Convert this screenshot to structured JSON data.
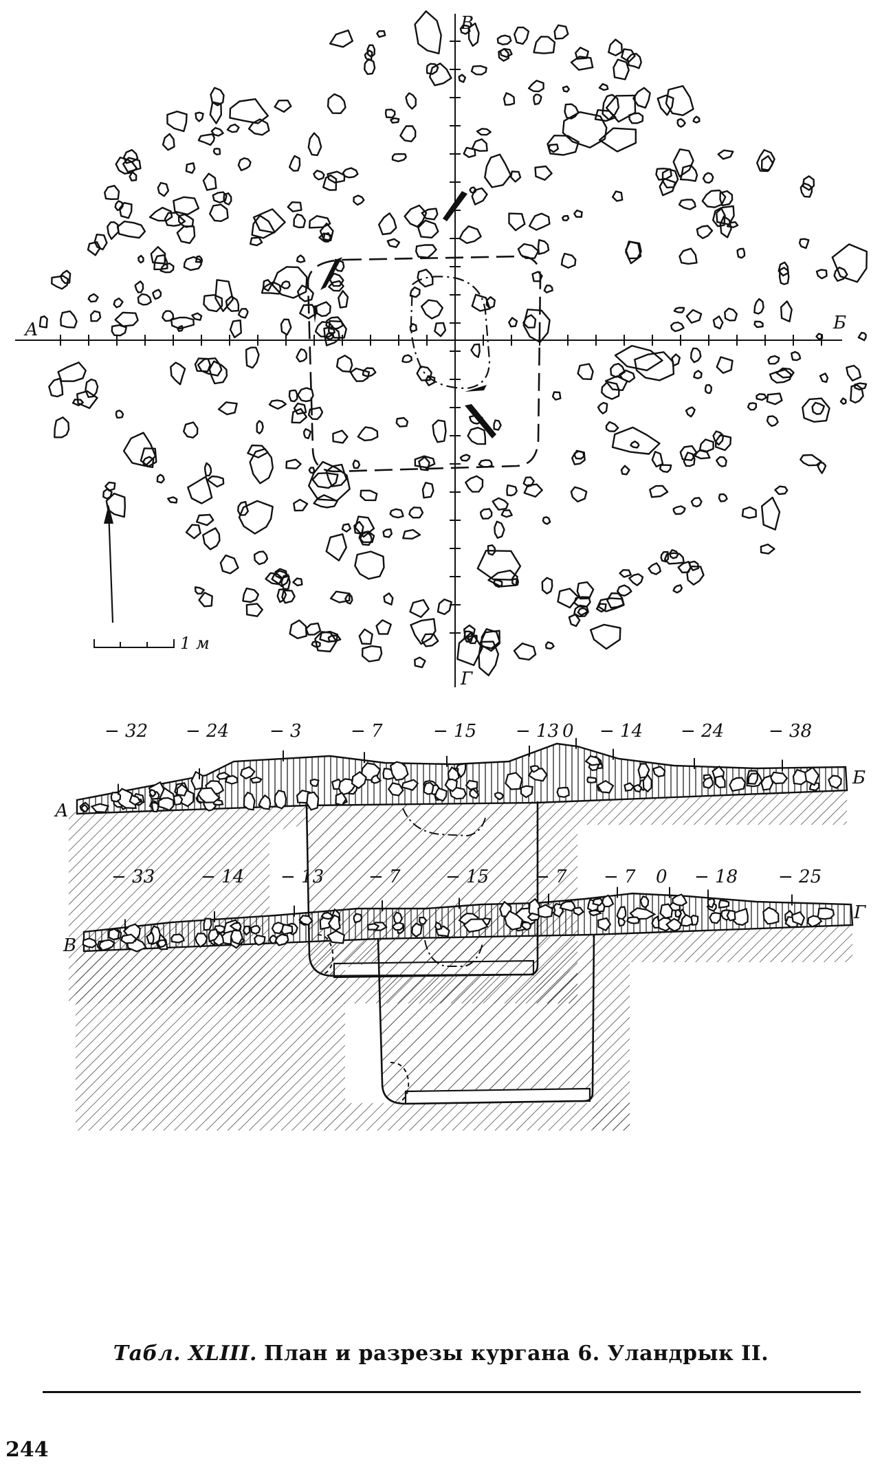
{
  "plan": {
    "axis_labels": {
      "north": "В",
      "south": "Г",
      "west": "А",
      "east": "Б"
    },
    "scale_label": "1 м"
  },
  "section_ab": {
    "left_label": "А",
    "right_label": "Б",
    "elevations": [
      "− 32",
      "− 24",
      "− 3",
      "− 7",
      "− 15",
      "− 13",
      "0",
      "− 14",
      "− 24",
      "− 38"
    ]
  },
  "section_vg": {
    "left_label": "В",
    "right_label": "Г",
    "elevations": [
      "− 33",
      "− 14",
      "− 13",
      "− 7",
      "− 15",
      "− 7",
      "− 7",
      "0",
      "− 18",
      "− 25"
    ]
  },
  "caption": {
    "table_label": "Табл. XLIII.",
    "text": "План и разрезы кургана 6. Уландрык II."
  },
  "page_number": "244"
}
